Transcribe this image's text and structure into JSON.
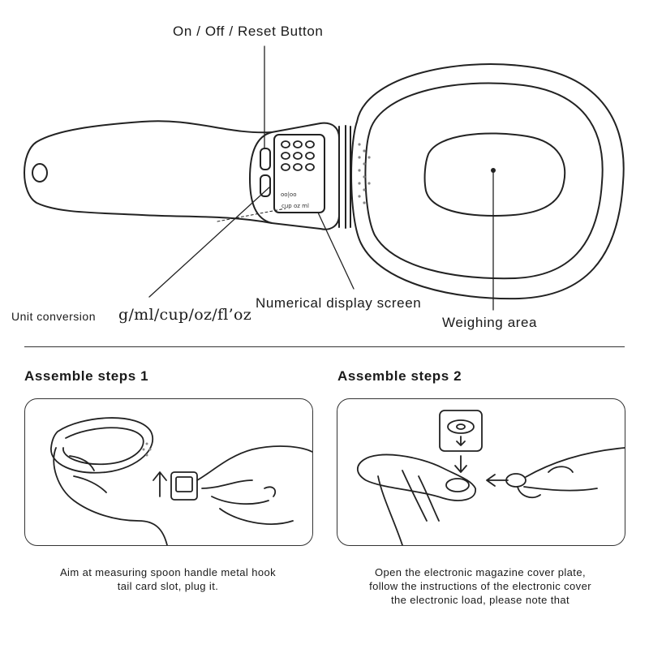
{
  "diagram": {
    "labels": {
      "button": "On / Off / Reset Button",
      "unit_prefix": "Unit conversion",
      "unit_list": "g/ml/cup/oz/fl’oz",
      "display": "Numerical display screen",
      "weighing": "Weighing area"
    }
  },
  "steps": [
    {
      "title": "Assemble steps 1",
      "caption_lines": [
        "Aim at measuring spoon handle metal hook",
        "tail card slot, plug it."
      ]
    },
    {
      "title": "Assemble steps 2",
      "caption_lines": [
        "Open the electronic magazine cover plate,",
        "follow the instructions of the electronic cover",
        "the electronic load, please note that"
      ]
    }
  ]
}
